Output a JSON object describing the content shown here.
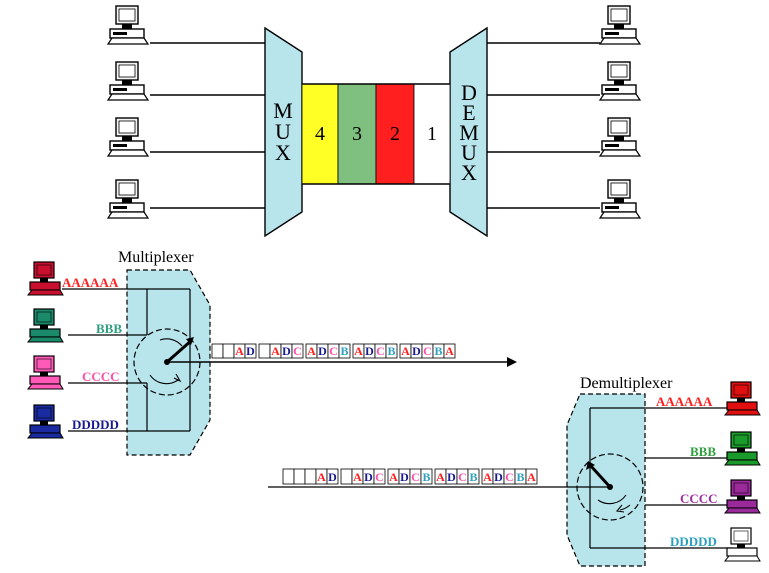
{
  "top": {
    "mux_label": [
      "M",
      "U",
      "X"
    ],
    "demux_label": [
      "D",
      "E",
      "M",
      "U",
      "X"
    ],
    "slots": [
      {
        "num": "4",
        "color": "#ffff26"
      },
      {
        "num": "3",
        "color": "#7fbf7f"
      },
      {
        "num": "2",
        "color": "#ff1f1f"
      },
      {
        "num": "1",
        "color": "#ffffff"
      }
    ],
    "device_color": "#b8e4ec"
  },
  "bottom": {
    "multiplexer_caption": "Multiplexer",
    "demultiplexer_caption": "Demultiplexer",
    "sources": [
      {
        "label": "AAAAAA",
        "color": "#ff2020",
        "terminal": "#c8102e"
      },
      {
        "label": "BBB",
        "color": "#2f9e7e",
        "terminal": "#1a8a6a"
      },
      {
        "label": "CCCC",
        "color": "#ff4fa6",
        "terminal": "#ff5ab8"
      },
      {
        "label": "DDDDD",
        "color": "#1a1a90",
        "terminal": "#1a2aa0"
      }
    ],
    "destinations": [
      {
        "label": "AAAAAA",
        "color": "#ff2020",
        "terminal": "#e01010"
      },
      {
        "label": "BBB",
        "color": "#2f9e3e",
        "terminal": "#1a9a2a"
      },
      {
        "label": "CCCC",
        "color": "#a030a0",
        "terminal": "#9a2a9a"
      },
      {
        "label": "DDDDD",
        "color": "#2aa0c0",
        "terminal": "#ffffff"
      }
    ],
    "upper_stream": [
      "",
      "",
      "A",
      "D",
      "",
      "A",
      "D",
      "C",
      "A",
      "D",
      "C",
      "B",
      "A",
      "D",
      "C",
      "B",
      "A",
      "D",
      "C",
      "B",
      "A"
    ],
    "lower_stream": [
      "",
      "",
      "",
      "A",
      "D",
      "",
      "A",
      "D",
      "C",
      "A",
      "D",
      "C",
      "B",
      "A",
      "D",
      "C",
      "B",
      "A",
      "D",
      "C",
      "B",
      "A"
    ],
    "letter_colors": {
      "A": "#ff2020",
      "B": "#2fa0c0",
      "C": "#ff4fa6",
      "D": "#1a1a90"
    }
  }
}
